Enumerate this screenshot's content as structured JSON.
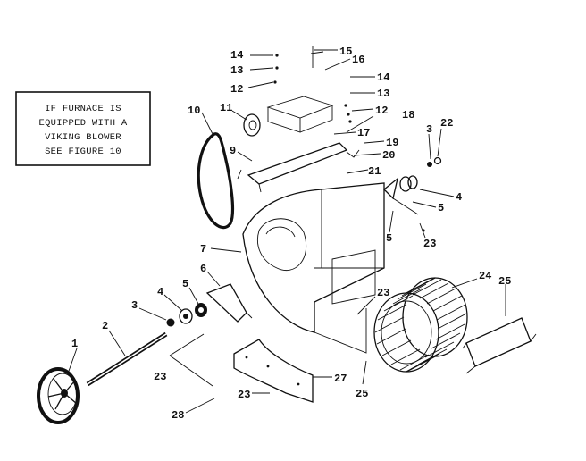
{
  "note_box": {
    "lines": [
      "IF FURNACE IS",
      "EQUIPPED WITH A",
      "VIKING BLOWER",
      "SEE FIGURE 10"
    ]
  },
  "callouts": {
    "c1": "1",
    "c2": "2",
    "c3a": "3",
    "c3b": "3",
    "c4a": "4",
    "c4b": "4",
    "c5a": "5",
    "c5b": "5",
    "c5c": "5",
    "c6": "6",
    "c7": "7",
    "c9": "9",
    "c10": "10",
    "c11": "11",
    "c12a": "12",
    "c12b": "12",
    "c13a": "13",
    "c13b": "13",
    "c14a": "14",
    "c14b": "14",
    "c15": "15",
    "c16": "16",
    "c17": "17",
    "c18": "18",
    "c19": "19",
    "c20": "20",
    "c21": "21",
    "c22": "22",
    "c23a": "23",
    "c23b": "23",
    "c23c": "23",
    "c23d": "23",
    "c24": "24",
    "c25a": "25",
    "c25b": "25",
    "c27": "27",
    "c28": "28"
  }
}
